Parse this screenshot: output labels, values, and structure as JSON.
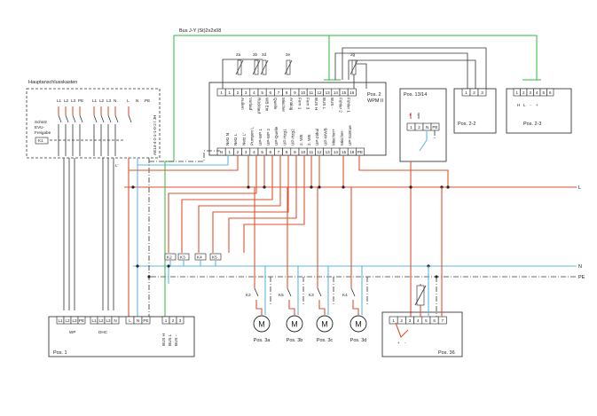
{
  "bus_label": "Bus J-Y (St)2x2x08",
  "hak": {
    "title": "Hauptanschlusskasten",
    "evu_lines": [
      "Schütz",
      "EVU-",
      "Freigabe"
    ],
    "k1": "K1",
    "side_text": "AE14-4-2-1-1-0-2 / JH",
    "group1": [
      "L1",
      "L2",
      "L3",
      "PE"
    ],
    "group2": [
      "L1",
      "L2",
      "L3",
      "N"
    ],
    "group3": [
      "L",
      "N",
      "PE"
    ]
  },
  "pos2": {
    "title": "Pos. 2",
    "subtitle": "WPM II",
    "top_terminals": [
      "1",
      "1",
      "2",
      "3",
      "4",
      "5",
      "6",
      "7",
      "8",
      "9",
      "10",
      "11",
      "12",
      "13",
      "14",
      "15",
      "16"
    ],
    "top_labels": [
      "Außen",
      "Vorlauf",
      "Rücklauf",
      "WB Ein",
      "Quelle",
      "Mischer",
      "Analog",
      "Fern 1",
      "Fern 3",
      "BUS H",
      "BUS L",
      "BUS -",
      "Fühler 2",
      "Fühler 1"
    ],
    "bottom_terminals": [
      "N",
      "1",
      "2",
      "3",
      "4",
      "5",
      "6",
      "7",
      "8",
      "9",
      "10",
      "11",
      "12",
      "13",
      "14",
      "15",
      "16",
      "PE"
    ],
    "bottom_labels": [
      "Netz N",
      "Netz L",
      "Netz L'",
      "Pumpen L",
      "UP-WP 1",
      "UP-WP 2",
      "UP-Quelle",
      "UP-Hzg1",
      "UP-Hzg2",
      "2. WE",
      "2. WE",
      "UP-Zirkul",
      "UP-WWB",
      "Mischer+",
      "Mischer-",
      "UP-SolKue"
    ],
    "sensor_tags": [
      "2a",
      "2b",
      "2d",
      "2e",
      "2g"
    ]
  },
  "pos13": {
    "title": "Pos. 13/14",
    "terminals": [
      "1",
      "2",
      "N",
      "PE"
    ],
    "marks": [
      "+",
      "-"
    ]
  },
  "pos22": {
    "title": "Pos. 2-2",
    "terminals": [
      "1",
      "2",
      "3"
    ]
  },
  "pos23": {
    "title": "Pos. 2-3",
    "terminals": [
      "1",
      "2",
      "3",
      "4",
      "5",
      "6"
    ],
    "marks": [
      "H",
      "L",
      "-",
      "+"
    ]
  },
  "rails": {
    "L": "L",
    "N": "N",
    "PE": "PE"
  },
  "relays": [
    "K2",
    "K3",
    "K4",
    "K5"
  ],
  "pos1": {
    "title": "Pos. 1",
    "wp_label": "WP",
    "dhc_label": "DHC",
    "wp_terminals": [
      "L1",
      "L2",
      "L3",
      "PE"
    ],
    "dhc_terminals": [
      "L1",
      "L2",
      "L3",
      "N"
    ],
    "ln_terminals": [
      "L",
      "N",
      "PE"
    ],
    "bus_terminals": [
      "1",
      "2",
      "3"
    ],
    "bus_labels": [
      "BUS H",
      "BUS L",
      "BUS -"
    ]
  },
  "motors": [
    {
      "contact": "K2",
      "label": "Pos. 3a",
      "symbol": "M"
    },
    {
      "contact": "K5",
      "label": "Pos. 3b",
      "symbol": "M"
    },
    {
      "contact": "K3",
      "label": "Pos. 3c",
      "symbol": "M"
    },
    {
      "contact": "K4",
      "label": "Pos. 3d",
      "symbol": "M"
    }
  ],
  "pos36": {
    "title": "Pos. 36",
    "terminals": [
      "1",
      "2",
      "3",
      "4",
      "5",
      "6",
      "7"
    ],
    "marks": [
      "+",
      "-"
    ]
  }
}
